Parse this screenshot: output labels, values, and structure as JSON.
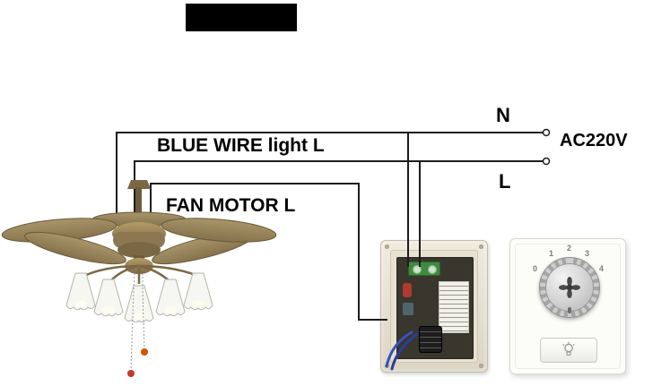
{
  "diagram": {
    "labels": {
      "neutral": "N",
      "live": "L",
      "supply": "AC220V",
      "blue_wire": "BLUE WIRE light L",
      "fan_motor": "FAN MOTOR L"
    },
    "speed_dial": {
      "numbers": [
        "0",
        "1",
        "2",
        "3",
        "4"
      ]
    },
    "icons": {
      "knob_center": "fan-blades-icon",
      "light_button": "light-bulb-icon"
    },
    "colors": {
      "wire_black": "#1c1c1c",
      "wire_blue": "#3753b8",
      "terminal_green": "#3f8a3f",
      "plate_beige": "#e9e2d2",
      "plate_white": "#fcfcf9",
      "fan_brass": "#9c8a5e",
      "pull_chain_ball": "#c0392b"
    }
  }
}
